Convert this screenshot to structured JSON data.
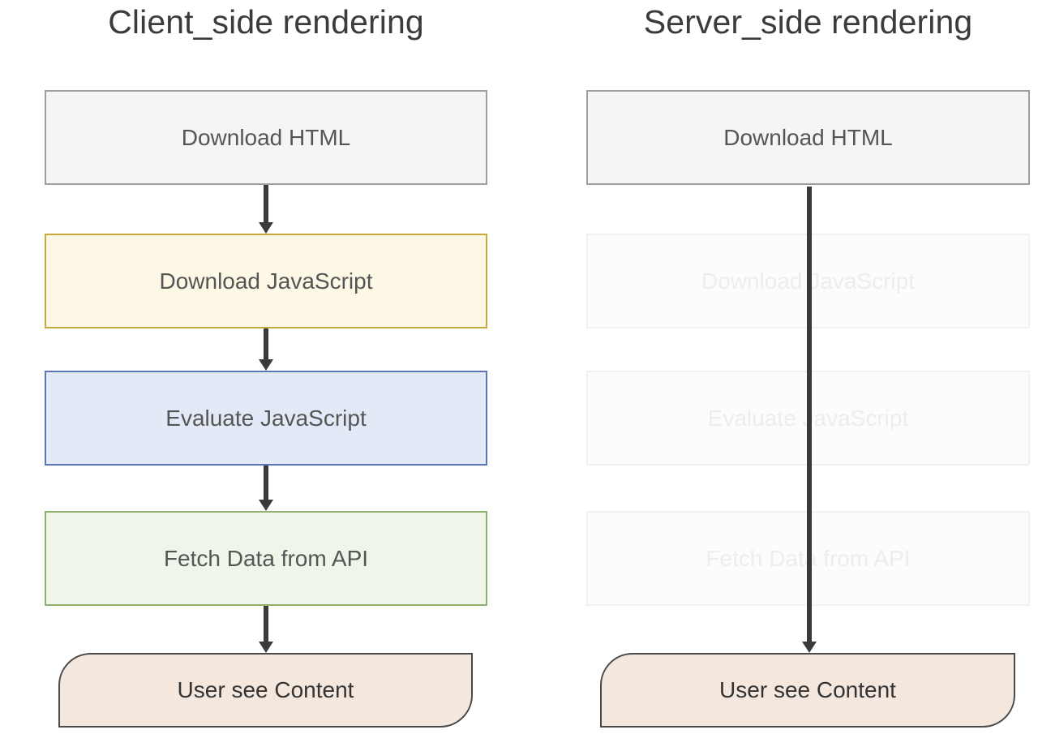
{
  "diagram": {
    "type": "flowchart-comparison",
    "background_color": "#ffffff",
    "columns": [
      {
        "id": "client-side",
        "title": "Client_side rendering",
        "steps": [
          {
            "label": "Download HTML",
            "theme": "gray",
            "active": true,
            "shape": "rect"
          },
          {
            "label": "Download JavaScript",
            "theme": "yellow",
            "active": true,
            "shape": "rect"
          },
          {
            "label": "Evaluate JavaScript",
            "theme": "blue",
            "active": true,
            "shape": "rect"
          },
          {
            "label": "Fetch Data from API",
            "theme": "green",
            "active": true,
            "shape": "rect"
          },
          {
            "label": "User see Content",
            "theme": "peach",
            "active": true,
            "shape": "rounded"
          }
        ],
        "flow": "sequential-through-every-step"
      },
      {
        "id": "server-side",
        "title": "Server_side rendering",
        "steps": [
          {
            "label": "Download HTML",
            "theme": "gray",
            "active": true,
            "shape": "rect"
          },
          {
            "label": "Download JavaScript",
            "theme": "faded",
            "active": false,
            "shape": "rect"
          },
          {
            "label": "Evaluate JavaScript",
            "theme": "faded",
            "active": false,
            "shape": "rect"
          },
          {
            "label": "Fetch Data from API",
            "theme": "faded",
            "active": false,
            "shape": "rect"
          },
          {
            "label": "User see Content",
            "theme": "peach",
            "active": true,
            "shape": "rounded"
          }
        ],
        "flow": "direct-from-download-html-to-user-see-content"
      }
    ],
    "colors": {
      "gray_fill": "#f5f5f5",
      "gray_border": "#9e9e9e",
      "yellow_fill": "#fdf8e6",
      "yellow_border": "#c9a93c",
      "blue_fill": "#e3eaf7",
      "blue_border": "#5a76b6",
      "green_fill": "#eff5e9",
      "green_border": "#90b16a",
      "peach_fill": "#f4e7dd",
      "peach_border": "#4a4a4a",
      "faded_fill": "#fcfcfc",
      "faded_border": "#f1f1f1",
      "faded_text": "#ededed",
      "arrow": "#3a3a3a",
      "text": "#555555",
      "title_text": "#3b3b3b"
    }
  }
}
